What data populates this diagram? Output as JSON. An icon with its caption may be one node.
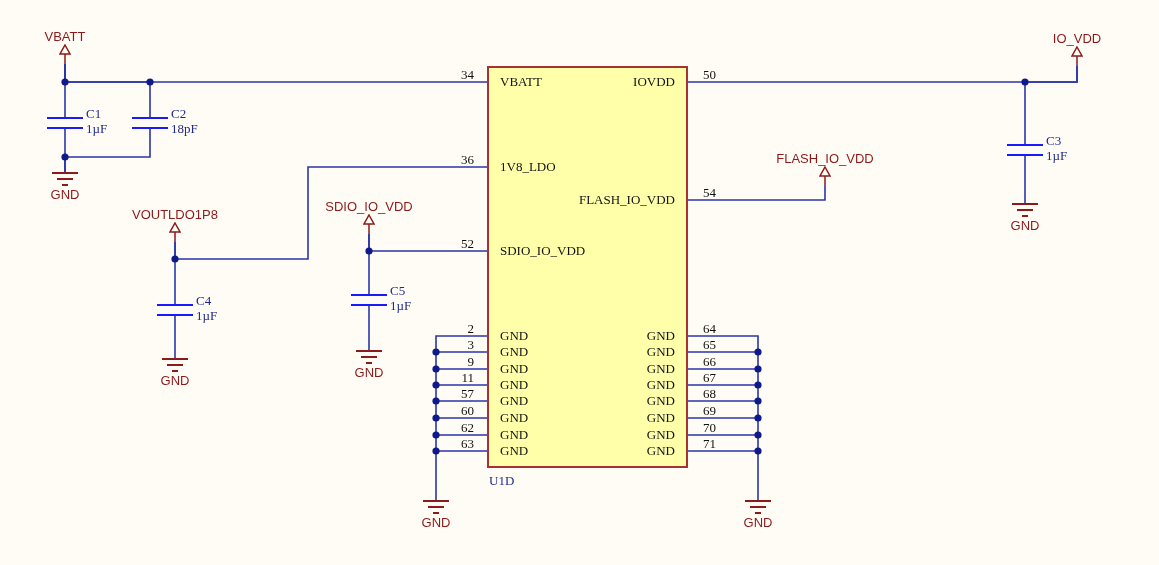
{
  "diagram": {
    "nodes": [
      {
        "text": [
          "VBATT"
        ]
      },
      {
        "text": [
          "C1",
          "1µF"
        ]
      },
      {
        "text": [
          "C2",
          "18pF"
        ]
      },
      {
        "text": [
          "GND"
        ]
      },
      {
        "text": [
          "VBATT",
          "IOVDD",
          "1V8_LDO",
          "FLASH_IO_VDD",
          "SDIO_IO_VDD",
          "GND",
          "GND",
          "GND",
          "GND",
          "GND",
          "GND",
          "GND",
          "GND",
          "GND",
          "GND",
          "GND",
          "GND",
          "GND",
          "GND",
          "GND",
          "GND",
          "U1D"
        ]
      },
      {
        "text": [
          "IO_VDD"
        ]
      },
      {
        "text": [
          "C3",
          "1µF"
        ]
      },
      {
        "text": [
          "GND"
        ]
      },
      {
        "text": [
          "FLASH_IO_VDD"
        ]
      },
      {
        "text": [
          "VOUTLDO1P8"
        ]
      },
      {
        "text": [
          "C4",
          "1µF"
        ]
      },
      {
        "text": [
          "GND"
        ]
      },
      {
        "text": [
          "SDIO_IO_VDD"
        ]
      },
      {
        "text": [
          "C5",
          "1µF"
        ]
      },
      {
        "text": [
          "GND"
        ]
      },
      {
        "text": [
          "GND"
        ]
      },
      {
        "text": [
          "GND"
        ]
      }
    ],
    "edges": [
      {
        "from": 0,
        "to": 4,
        "arrow": "none"
      },
      {
        "from": 0,
        "to": 1,
        "arrow": "none"
      },
      {
        "from": 0,
        "to": 2,
        "arrow": "none"
      },
      {
        "from": 1,
        "to": 3,
        "arrow": "none"
      },
      {
        "from": 2,
        "to": 3,
        "arrow": "none"
      },
      {
        "from": 5,
        "to": 4,
        "arrow": "none"
      },
      {
        "from": 5,
        "to": 6,
        "arrow": "none"
      },
      {
        "from": 6,
        "to": 7,
        "arrow": "none"
      },
      {
        "from": 8,
        "to": 4,
        "arrow": "none"
      },
      {
        "from": 9,
        "to": 4,
        "arrow": "none"
      },
      {
        "from": 9,
        "to": 10,
        "arrow": "none"
      },
      {
        "from": 10,
        "to": 11,
        "arrow": "none"
      },
      {
        "from": 12,
        "to": 4,
        "arrow": "none"
      },
      {
        "from": 12,
        "to": 13,
        "arrow": "none"
      },
      {
        "from": 13,
        "to": 14,
        "arrow": "none"
      },
      {
        "from": 4,
        "to": 15,
        "arrow": "none"
      },
      {
        "from": 4,
        "to": 16,
        "arrow": "none"
      }
    ],
    "labels": [
      "34",
      "50",
      "36",
      "54",
      "52",
      "2",
      "64",
      "3",
      "65",
      "9",
      "66",
      "11",
      "67",
      "57",
      "68",
      "60",
      "69",
      "62",
      "70",
      "63",
      "71"
    ]
  }
}
